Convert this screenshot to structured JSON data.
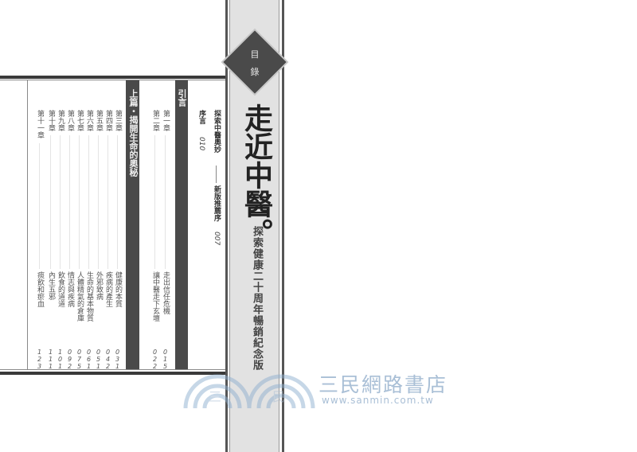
{
  "spine": {
    "diamond_label": [
      "目",
      "錄"
    ],
    "title": "走近中醫。",
    "subtitle": "探索健康二十周年暢銷紀念版"
  },
  "front_matter": [
    {
      "title": "探索中醫奧妙",
      "subtitle": "新版推薦序",
      "page": "007"
    },
    {
      "title": "序言",
      "page": "010"
    }
  ],
  "intro": {
    "label": "引言",
    "chapters": [
      {
        "chapter": "第一章",
        "title": "走出信任危機",
        "page": "015"
      },
      {
        "chapter": "第二章",
        "title": "讓中醫走下玄壇",
        "page": "022"
      }
    ]
  },
  "part1": {
    "label": "上篇‧揭開生命的奧秘",
    "chapters": [
      {
        "chapter": "第三章",
        "title": "健康的本質",
        "page": "031"
      },
      {
        "chapter": "第四章",
        "title": "疾病的產生",
        "page": "042"
      },
      {
        "chapter": "第五章",
        "title": "外邪致病",
        "page": "051"
      },
      {
        "chapter": "第六章",
        "title": "生命的基本物質",
        "page": "061"
      },
      {
        "chapter": "第七章",
        "title": "人體精氣的倉庫",
        "page": "075"
      },
      {
        "chapter": "第八章",
        "title": "情志與疾病",
        "page": "092"
      },
      {
        "chapter": "第九章",
        "title": "飲食的道道",
        "page": "101"
      },
      {
        "chapter": "第十章",
        "title": "內生五邪",
        "page": "111"
      },
      {
        "chapter": "第十一章",
        "title": "痰飲和瘀血",
        "page": "123"
      }
    ]
  },
  "watermark": {
    "name": "三民網路書店",
    "url": "www.sanmin.com.tw",
    "logo_chars": [
      "三",
      "民"
    ],
    "color": "#a9bfd6"
  },
  "colors": {
    "spine_bg": "#e2e2e2",
    "dark_bar": "#4a4a4a",
    "rule": "#3a3a3a"
  }
}
